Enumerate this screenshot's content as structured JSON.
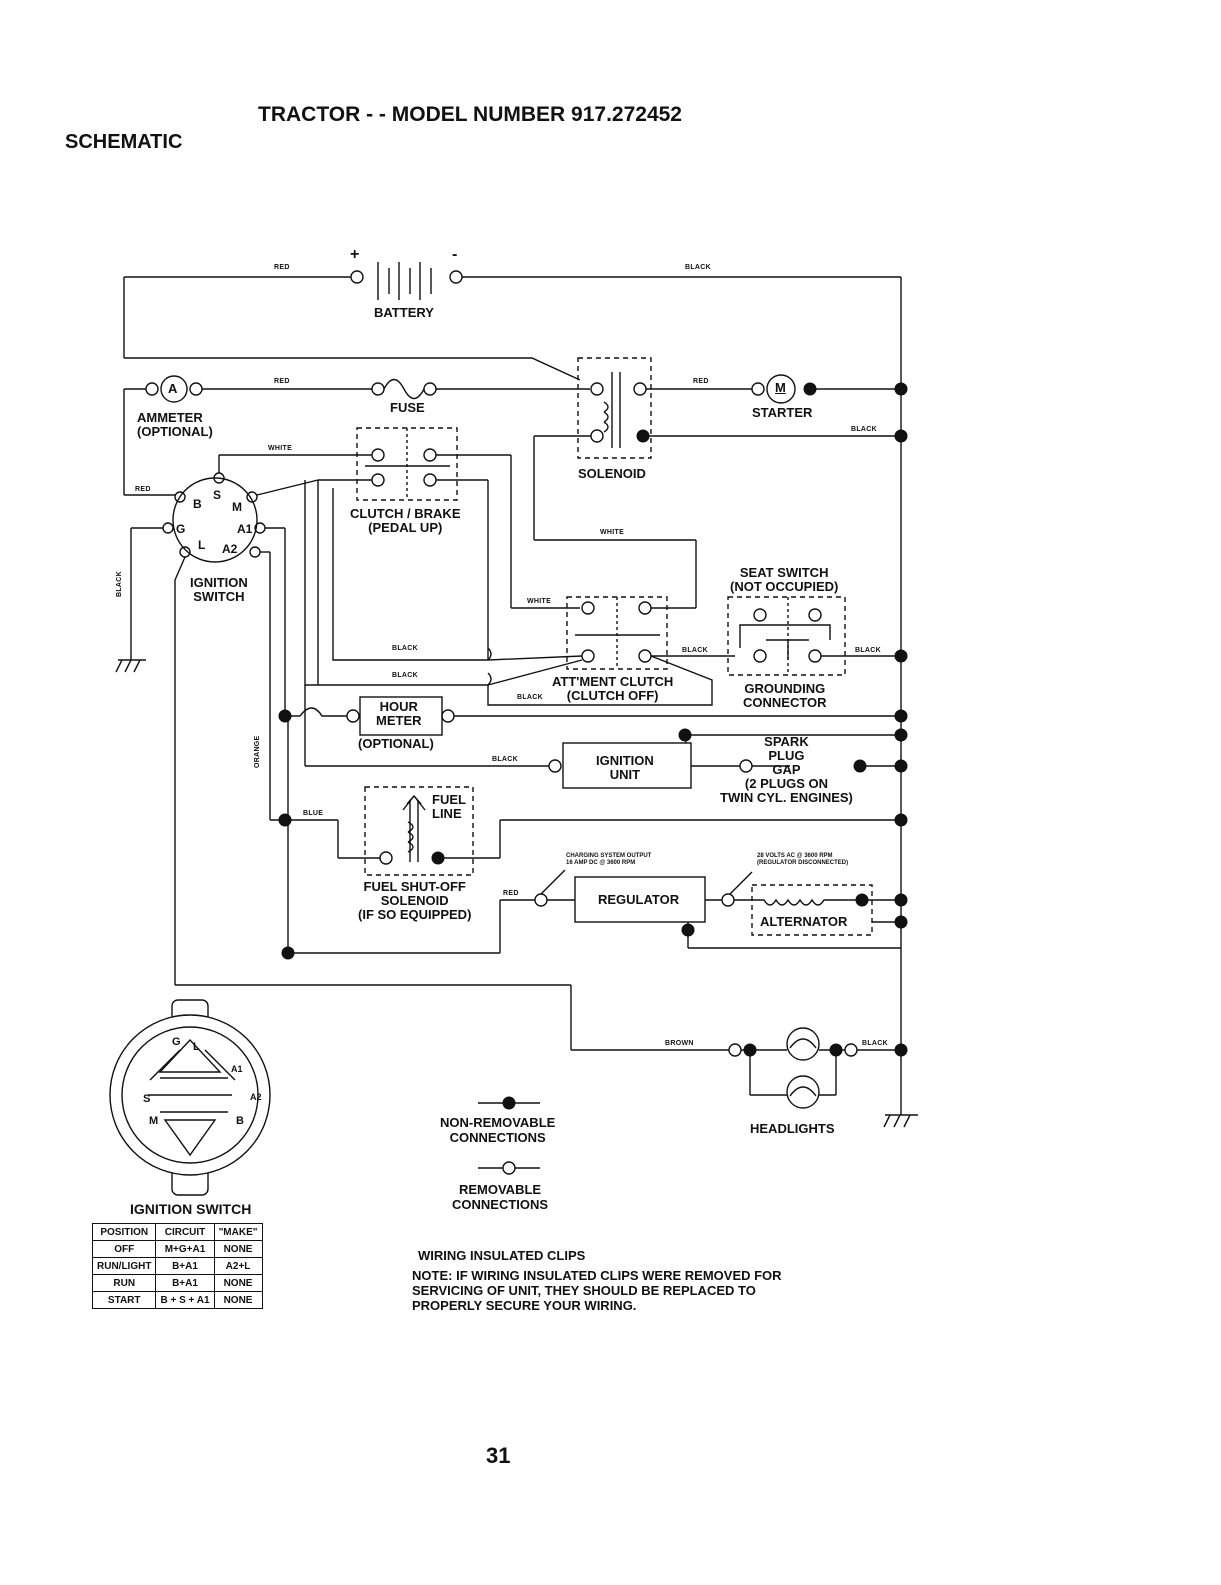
{
  "header": {
    "title": "TRACTOR - - MODEL NUMBER 917.272452",
    "section": "SCHEMATIC"
  },
  "components": {
    "battery": "BATTERY",
    "ammeter": [
      "AMMETER",
      "(OPTIONAL)"
    ],
    "fuse": "FUSE",
    "solenoid": "SOLENOID",
    "starter": "STARTER",
    "clutch_brake": [
      "CLUTCH / BRAKE",
      "(PEDAL UP)"
    ],
    "ignition_switch": [
      "IGNITION",
      "SWITCH"
    ],
    "seat_switch": [
      "SEAT SWITCH",
      "(NOT OCCUPIED)"
    ],
    "attachment_clutch": [
      "ATT'MENT CLUTCH",
      "(CLUTCH OFF)"
    ],
    "grounding_connector": [
      "GROUNDING",
      "CONNECTOR"
    ],
    "hour_meter": [
      "HOUR",
      "METER"
    ],
    "hour_meter_optional": "(OPTIONAL)",
    "ignition_unit": [
      "IGNITION",
      "UNIT"
    ],
    "spark_plug": [
      "SPARK",
      "PLUG",
      "GAP",
      "(2 PLUGS ON",
      "TWIN CYL. ENGINES)"
    ],
    "fuel_line": [
      "FUEL",
      "LINE"
    ],
    "fuel_solenoid": [
      "FUEL SHUT-OFF",
      "SOLENOID",
      "(IF SO EQUIPPED)"
    ],
    "regulator": "REGULATOR",
    "alternator": "ALTERNATOR",
    "charging_output": [
      "CHARGING SYSTEM OUTPUT",
      "16 AMP DC @ 3600 RPM"
    ],
    "alternator_output": [
      "28 VOLTS AC @ 3600 RPM",
      "(REGULATOR DISCONNECTED)"
    ],
    "headlights": "HEADLIGHTS",
    "ammeter_symbol": "A",
    "starter_symbol": "M",
    "battery_plus": "+",
    "battery_minus": "-"
  },
  "ignition_terminals": {
    "B": "B",
    "S": "S",
    "M": "M",
    "G": "G",
    "A1": "A1",
    "L": "L",
    "A2": "A2"
  },
  "ignition_face_terminals": {
    "G": "G",
    "L": "L",
    "A1": "A1",
    "A2": "A2",
    "S": "S",
    "M": "M",
    "B": "B"
  },
  "wire_colors": {
    "red": "RED",
    "black": "BLACK",
    "white": "WHITE",
    "orange": "ORANGE",
    "blue": "BLUE",
    "brown": "BROWN"
  },
  "ignition_table": {
    "title": "IGNITION SWITCH",
    "headers": [
      "POSITION",
      "CIRCUIT",
      "\"MAKE\""
    ],
    "rows": [
      [
        "OFF",
        "M+G+A1",
        "NONE"
      ],
      [
        "RUN/LIGHT",
        "B+A1",
        "A2+L"
      ],
      [
        "RUN",
        "B+A1",
        "NONE"
      ],
      [
        "START",
        "B + S + A1",
        "NONE"
      ]
    ]
  },
  "legend": {
    "non_removable": [
      "NON-REMOVABLE",
      "CONNECTIONS"
    ],
    "removable": [
      "REMOVABLE",
      "CONNECTIONS"
    ]
  },
  "note": {
    "heading": "WIRING INSULATED CLIPS",
    "label": "NOTE:",
    "line1": "IF WIRING INSULATED CLIPS WERE REMOVED FOR",
    "line2": "SERVICING OF UNIT, THEY SHOULD BE REPLACED TO",
    "line3": "PROPERLY SECURE YOUR WIRING."
  },
  "page_number": "31"
}
